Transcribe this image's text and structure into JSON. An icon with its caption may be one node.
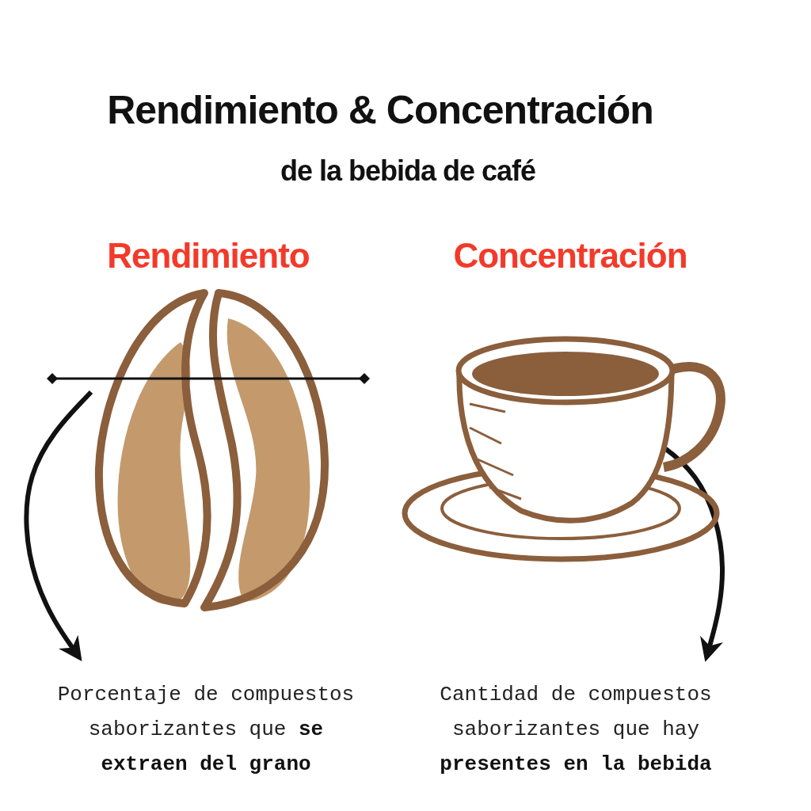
{
  "diagram": {
    "title": "Rendimiento & Concentración",
    "nodes": [
      {
        "text": [],
        "shape": "picture",
        "beside": [
          "Rendimiento"
        ]
      },
      {
        "text": [
          "Porcentaje de compuestos saborizantes que **se extraen del grano**"
        ]
      },
      {
        "text": [],
        "shape": "picture",
        "beside": [
          "Concentración"
        ]
      },
      {
        "text": [
          "Cantidad de compuestos saborizantes que hay **presentes en la bebida**"
        ]
      }
    ],
    "edges": [
      {
        "from": 0,
        "to": 1,
        "arrow": "to"
      },
      {
        "from": 2,
        "to": 3,
        "arrow": "to"
      }
    ],
    "labels": [
      "de la bebida de café"
    ]
  }
}
